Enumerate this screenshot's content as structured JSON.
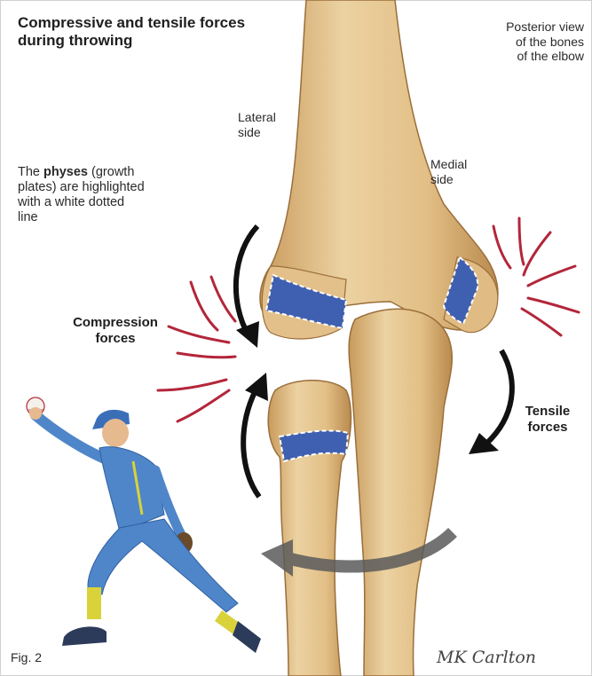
{
  "title": {
    "line1": "Compressive and tensile forces",
    "line2": "during throwing"
  },
  "view_label": {
    "line1": "Posterior view",
    "line2": "of the bones",
    "line3": "of the elbow"
  },
  "lateral_label": {
    "line1": "Lateral",
    "line2": "side"
  },
  "medial_label": {
    "line1": "Medial",
    "line2": "side"
  },
  "physes_note": {
    "prefix": "The ",
    "bold": "physes",
    "rest1": " (growth",
    "line2": "plates) are highlighted",
    "line3": "with a white dotted",
    "line4": "line"
  },
  "compression_label": {
    "line1": "Compression",
    "line2": "forces"
  },
  "tensile_label": {
    "line1": "Tensile",
    "line2": "forces"
  },
  "figure_number": "Fig. 2",
  "signature": "MK Carlton",
  "colors": {
    "bone": "#e6c48e",
    "bone_shadow": "#b98a4e",
    "physis": "#3f5fb0",
    "force_lines": "#b3263a",
    "arrow": "#111111",
    "uniform": "#4f86c9",
    "sock": "#d9d23a"
  }
}
